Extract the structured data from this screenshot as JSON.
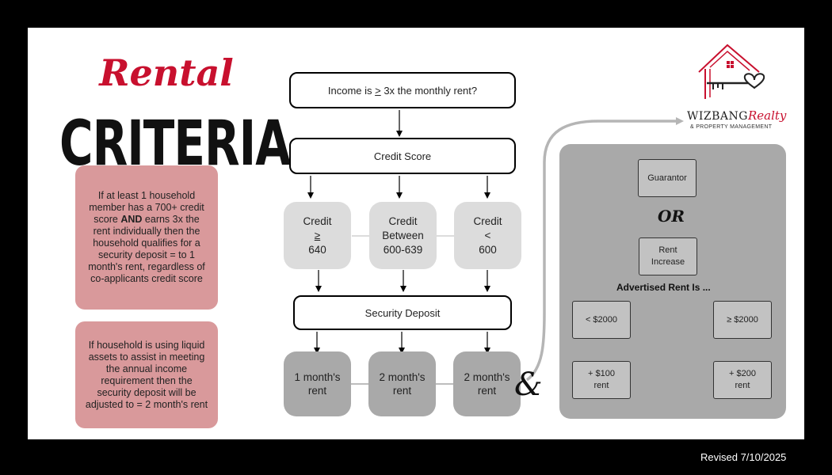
{
  "title": {
    "rental": "Rental",
    "criteria": "CRITERIA"
  },
  "left_boxes": {
    "box1": {
      "pre": "If at least 1 household member has a 700+ credit score ",
      "strong": "AND",
      "post": " earns 3x the rent individually then the household qualifies for a security deposit = to 1 month's rent, regardless of co-applicants credit score"
    },
    "box2": "If household is using liquid assets to assist in meeting the annual income requirement then the security deposit will be adjusted to = 2 month's rent"
  },
  "flow": {
    "income": {
      "prefix": "Income is ",
      "symbol": ">",
      "suffix": " 3x the monthly rent?"
    },
    "credit_score": "Credit Score",
    "credit_boxes": [
      {
        "line1": "Credit",
        "line2": "≥",
        "line3": "640"
      },
      {
        "line1": "Credit",
        "line2": "Between",
        "line3": "600-639"
      },
      {
        "line1": "Credit",
        "line2": "<",
        "line3": "600"
      }
    ],
    "security_deposit": "Security Deposit",
    "deposit_boxes": [
      {
        "line1": "1 month's",
        "line2": "rent"
      },
      {
        "line1": "2 month's",
        "line2": "rent"
      },
      {
        "line1": "2 month's",
        "line2": "rent"
      }
    ],
    "ampersand": "&"
  },
  "panel": {
    "guarantor": "Guarantor",
    "or": "OR",
    "rent_increase": {
      "line1": "Rent",
      "line2": "Increase"
    },
    "advertised": "Advertised Rent Is ...",
    "low": "< $2000",
    "high": "≥ $2000",
    "low_result": {
      "line1": "+ $100",
      "line2": "rent"
    },
    "high_result": {
      "line1": "+ $200",
      "line2": "rent"
    }
  },
  "logo": {
    "name": "WIZBANG",
    "script": "Realty",
    "sub": "& PROPERTY MANAGEMENT"
  },
  "footer": {
    "revised": "Revised 7/10/2025"
  },
  "colors": {
    "accent": "#c8102e",
    "pink": "#d9999b",
    "panel_gray": "#a9a9a9",
    "light_pill": "#dcdcdc"
  }
}
